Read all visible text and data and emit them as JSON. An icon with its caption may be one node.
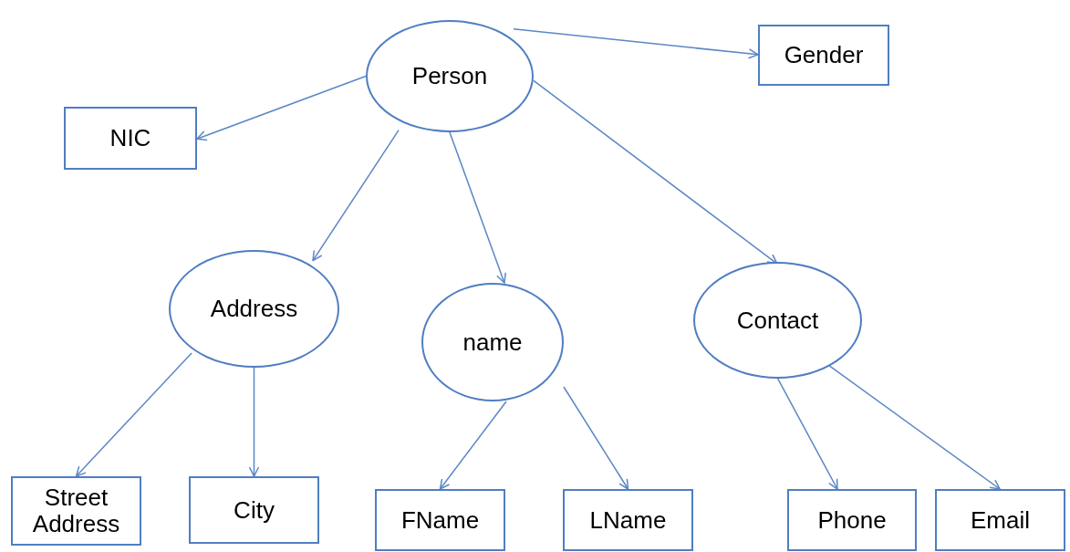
{
  "diagram": {
    "nodes": [
      {
        "text": [
          "Person"
        ]
      },
      {
        "text": [
          "Gender"
        ]
      },
      {
        "text": [
          "NIC"
        ]
      },
      {
        "text": [
          "Address"
        ]
      },
      {
        "text": [
          "name"
        ]
      },
      {
        "text": [
          "Contact"
        ]
      },
      {
        "text": [
          "Street Address"
        ]
      },
      {
        "text": [
          "City"
        ]
      },
      {
        "text": [
          "FName"
        ]
      },
      {
        "text": [
          "LName"
        ]
      },
      {
        "text": [
          "Phone"
        ]
      },
      {
        "text": [
          "Email"
        ]
      }
    ],
    "edges": [
      {
        "from": 0,
        "to": 1,
        "arrow": "to"
      },
      {
        "from": 0,
        "to": 2,
        "arrow": "to"
      },
      {
        "from": 0,
        "to": 3,
        "arrow": "to"
      },
      {
        "from": 0,
        "to": 4,
        "arrow": "to"
      },
      {
        "from": 0,
        "to": 5,
        "arrow": "to"
      },
      {
        "from": 3,
        "to": 6,
        "arrow": "to"
      },
      {
        "from": 3,
        "to": 7,
        "arrow": "to"
      },
      {
        "from": 4,
        "to": 8,
        "arrow": "to"
      },
      {
        "from": 4,
        "to": 9,
        "arrow": "to"
      },
      {
        "from": 5,
        "to": 10,
        "arrow": "to"
      },
      {
        "from": 5,
        "to": 11,
        "arrow": "to"
      }
    ]
  }
}
